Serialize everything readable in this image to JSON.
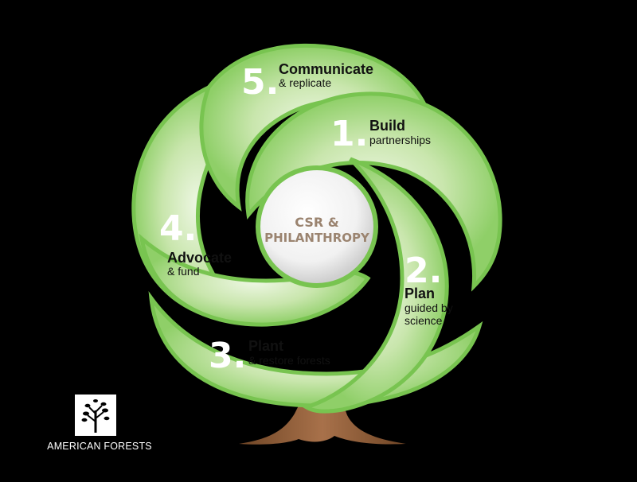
{
  "center": {
    "line1": "CSR &",
    "line2": "PHILANTHROPY"
  },
  "steps": [
    {
      "number": "1.",
      "title": "Build",
      "sub1": "partnerships",
      "sub2": ""
    },
    {
      "number": "2.",
      "title": "Plan",
      "sub1": "guided by",
      "sub2": "science"
    },
    {
      "number": "3.",
      "title": "Plant",
      "sub1": "& restore forests",
      "sub2": ""
    },
    {
      "number": "4.",
      "title": "Advocate",
      "sub1": "& fund",
      "sub2": ""
    },
    {
      "number": "5.",
      "title": "Communicate",
      "sub1": "& replicate",
      "sub2": ""
    }
  ],
  "logo": {
    "name": "AMERICAN FORESTS",
    "icon": "tree-icon"
  },
  "colors": {
    "leaf_outer": "#79c552",
    "leaf_inner": "#cfe8b8",
    "trunk": "#8a5a34",
    "center_text": "#9b8470"
  }
}
